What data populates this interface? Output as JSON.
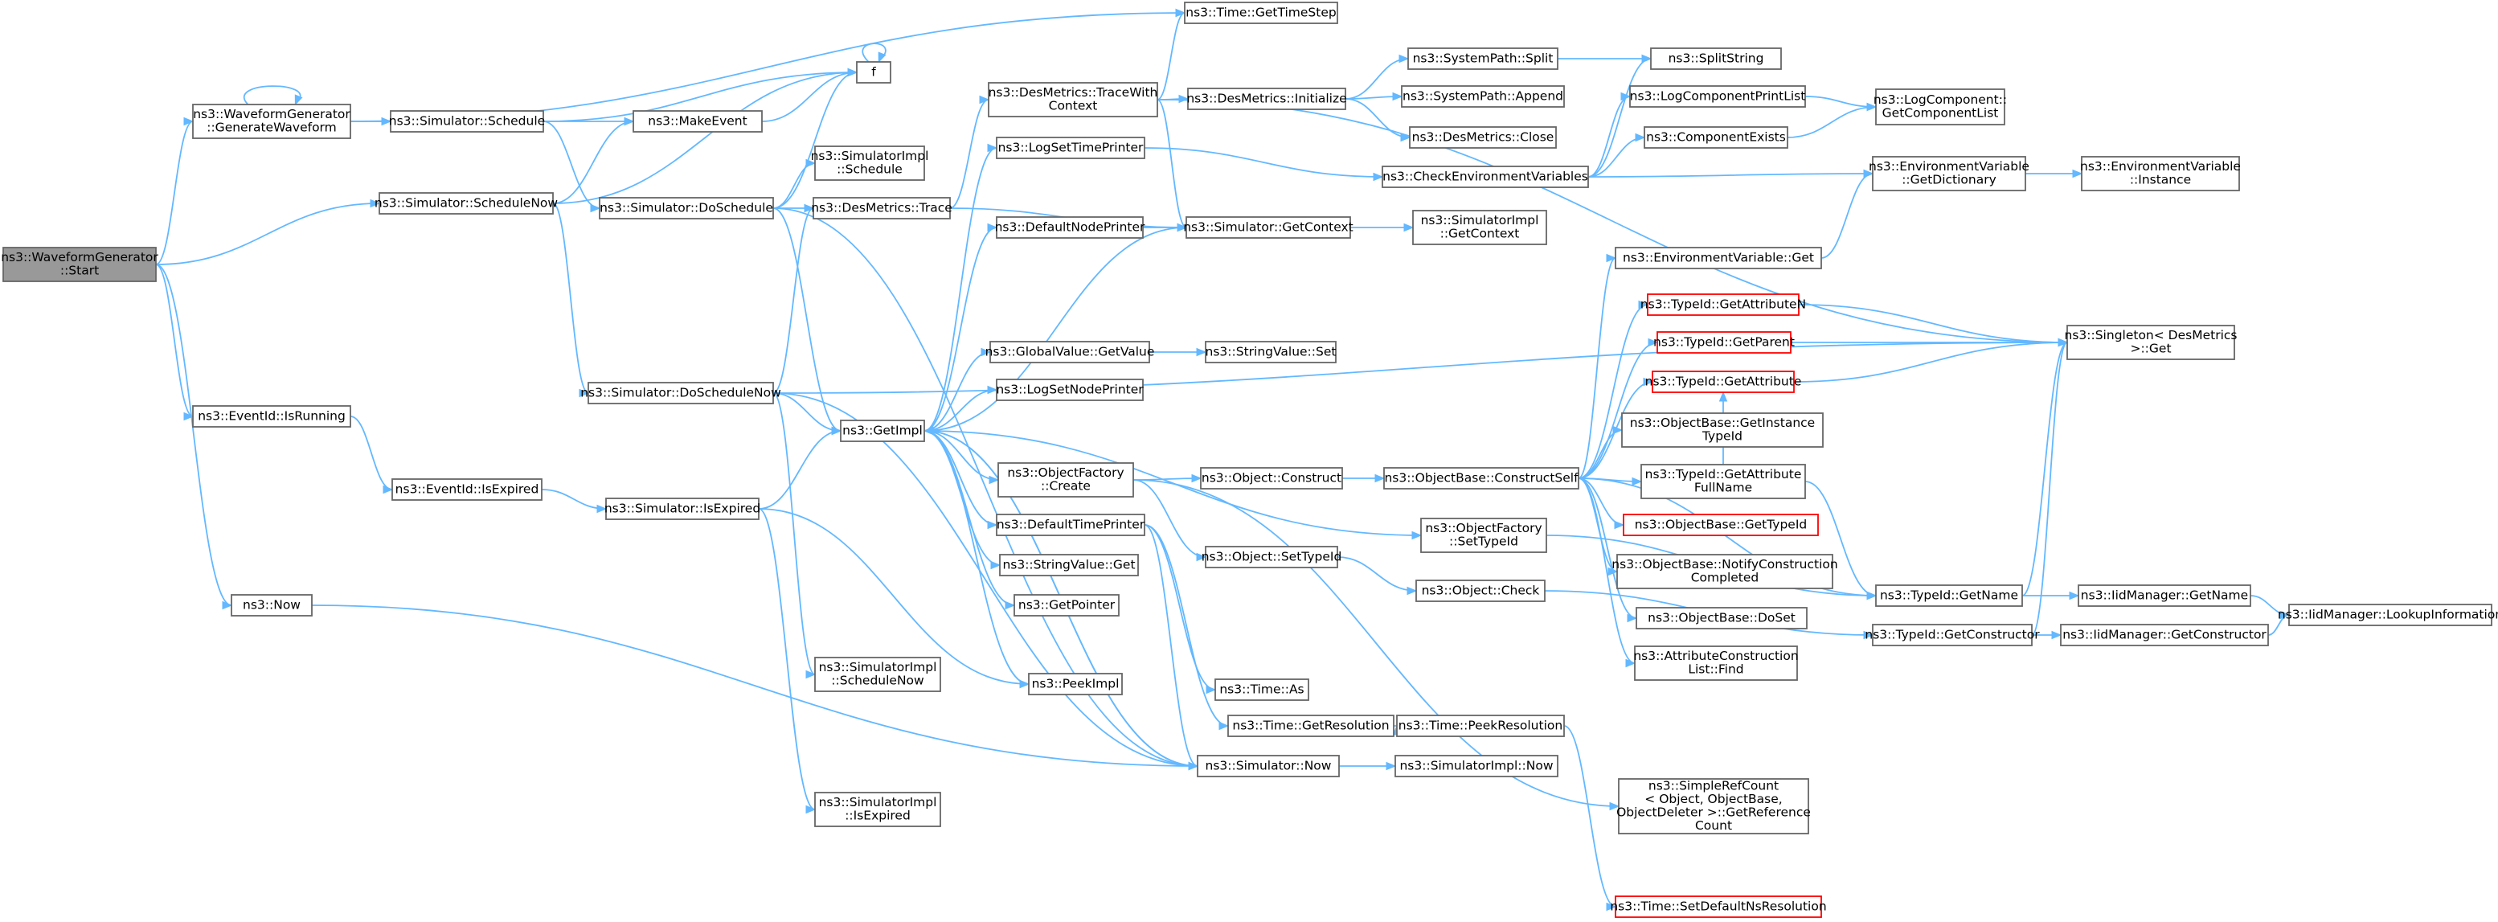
{
  "nodes": [
    {
      "id": "start",
      "lines": [
        "ns3::WaveformGenerator",
        "::Start"
      ],
      "focus": true
    },
    {
      "id": "genwave",
      "lines": [
        "ns3::WaveformGenerator",
        "::GenerateWaveform"
      ]
    },
    {
      "id": "isrunning",
      "lines": [
        "ns3::EventId::IsRunning"
      ]
    },
    {
      "id": "now",
      "lines": [
        "ns3::Now"
      ]
    },
    {
      "id": "schedulenow",
      "lines": [
        "ns3::Simulator::ScheduleNow"
      ]
    },
    {
      "id": "schedule",
      "lines": [
        "ns3::Simulator::Schedule"
      ]
    },
    {
      "id": "isexpired_ev",
      "lines": [
        "ns3::EventId::IsExpired"
      ]
    },
    {
      "id": "makeevent",
      "lines": [
        "ns3::MakeEvent"
      ]
    },
    {
      "id": "f",
      "lines": [
        "f"
      ]
    },
    {
      "id": "doschedule",
      "lines": [
        "ns3::Simulator::DoSchedule"
      ]
    },
    {
      "id": "doschedulenow",
      "lines": [
        "ns3::Simulator::DoScheduleNow"
      ]
    },
    {
      "id": "isexpired_sim",
      "lines": [
        "ns3::Simulator::IsExpired"
      ]
    },
    {
      "id": "gettimestep",
      "lines": [
        "ns3::Time::GetTimeStep"
      ]
    },
    {
      "id": "simimpl_schedule",
      "lines": [
        "ns3::SimulatorImpl",
        "::Schedule"
      ]
    },
    {
      "id": "desmetrics_trace",
      "lines": [
        "ns3::DesMetrics::Trace"
      ]
    },
    {
      "id": "getimpl",
      "lines": [
        "ns3::GetImpl"
      ]
    },
    {
      "id": "simimpl_schedulenow",
      "lines": [
        "ns3::SimulatorImpl",
        "::ScheduleNow"
      ]
    },
    {
      "id": "simimpl_isexpired",
      "lines": [
        "ns3::SimulatorImpl",
        "::IsExpired"
      ]
    },
    {
      "id": "tracewithcontext",
      "lines": [
        "ns3::DesMetrics::TraceWith",
        "Context"
      ]
    },
    {
      "id": "logsettimeprinter",
      "lines": [
        "ns3::LogSetTimePrinter"
      ]
    },
    {
      "id": "defaultnodeprinter",
      "lines": [
        "ns3::DefaultNodePrinter"
      ]
    },
    {
      "id": "globalvalue_getvalue",
      "lines": [
        "ns3::GlobalValue::GetValue"
      ]
    },
    {
      "id": "logsetnodeprinter",
      "lines": [
        "ns3::LogSetNodePrinter"
      ]
    },
    {
      "id": "objectfactory_create",
      "lines": [
        "ns3::ObjectFactory",
        "::Create"
      ]
    },
    {
      "id": "defaulttimeprinter",
      "lines": [
        "ns3::DefaultTimePrinter"
      ]
    },
    {
      "id": "stringvalue_get",
      "lines": [
        "ns3::StringValue::Get"
      ]
    },
    {
      "id": "getpointer",
      "lines": [
        "ns3::GetPointer"
      ]
    },
    {
      "id": "peekimpl",
      "lines": [
        "ns3::PeekImpl"
      ]
    },
    {
      "id": "desmetrics_initialize",
      "lines": [
        "ns3::DesMetrics::Initialize"
      ]
    },
    {
      "id": "simulator_getcontext",
      "lines": [
        "ns3::Simulator::GetContext"
      ]
    },
    {
      "id": "stringvalue_set",
      "lines": [
        "ns3::StringValue::Set"
      ]
    },
    {
      "id": "object_construct",
      "lines": [
        "ns3::Object::Construct"
      ]
    },
    {
      "id": "object_settypeid",
      "lines": [
        "ns3::Object::SetTypeId"
      ]
    },
    {
      "id": "time_as",
      "lines": [
        "ns3::Time::As"
      ]
    },
    {
      "id": "time_getresolution",
      "lines": [
        "ns3::Time::GetResolution"
      ]
    },
    {
      "id": "simulator_now",
      "lines": [
        "ns3::Simulator::Now"
      ]
    },
    {
      "id": "systempath_split",
      "lines": [
        "ns3::SystemPath::Split"
      ]
    },
    {
      "id": "systempath_append",
      "lines": [
        "ns3::SystemPath::Append"
      ]
    },
    {
      "id": "desmetrics_close",
      "lines": [
        "ns3::DesMetrics::Close"
      ]
    },
    {
      "id": "checkenv",
      "lines": [
        "ns3::CheckEnvironmentVariables"
      ]
    },
    {
      "id": "simimpl_getcontext",
      "lines": [
        "ns3::SimulatorImpl",
        "::GetContext"
      ]
    },
    {
      "id": "objectbase_constructself",
      "lines": [
        "ns3::ObjectBase::ConstructSelf"
      ]
    },
    {
      "id": "objectfactory_settypeid",
      "lines": [
        "ns3::ObjectFactory",
        "::SetTypeId"
      ]
    },
    {
      "id": "object_check",
      "lines": [
        "ns3::Object::Check"
      ]
    },
    {
      "id": "time_peekresolution",
      "lines": [
        "ns3::Time::PeekResolution"
      ]
    },
    {
      "id": "simimpl_now",
      "lines": [
        "ns3::SimulatorImpl::Now"
      ]
    },
    {
      "id": "splitstring",
      "lines": [
        "ns3::SplitString"
      ]
    },
    {
      "id": "logcomponentprintlist",
      "lines": [
        "ns3::LogComponentPrintList"
      ]
    },
    {
      "id": "componentexists",
      "lines": [
        "ns3::ComponentExists"
      ]
    },
    {
      "id": "envvar_get",
      "lines": [
        "ns3::EnvironmentVariable::Get"
      ]
    },
    {
      "id": "typeid_getattributen",
      "lines": [
        "ns3::TypeId::GetAttributeN"
      ],
      "red": true
    },
    {
      "id": "typeid_getparent",
      "lines": [
        "ns3::TypeId::GetParent"
      ],
      "red": true
    },
    {
      "id": "typeid_getattribute",
      "lines": [
        "ns3::TypeId::GetAttribute"
      ],
      "red": true
    },
    {
      "id": "objectbase_getinstancetypeid",
      "lines": [
        "ns3::ObjectBase::GetInstance",
        "TypeId"
      ]
    },
    {
      "id": "typeid_getattributefullname",
      "lines": [
        "ns3::TypeId::GetAttribute",
        "FullName"
      ]
    },
    {
      "id": "objectbase_gettypeid",
      "lines": [
        "ns3::ObjectBase::GetTypeId"
      ],
      "red": true
    },
    {
      "id": "objectbase_notifyconstruction",
      "lines": [
        "ns3::ObjectBase::NotifyConstruction",
        "Completed"
      ]
    },
    {
      "id": "objectbase_doset",
      "lines": [
        "ns3::ObjectBase::DoSet"
      ]
    },
    {
      "id": "attributeconstructionlist_find",
      "lines": [
        "ns3::AttributeConstruction",
        "List::Find"
      ]
    },
    {
      "id": "simplerefcount",
      "lines": [
        "ns3::SimpleRefCount",
        "< Object, ObjectBase,",
        "ObjectDeleter >::GetReference",
        "Count"
      ]
    },
    {
      "id": "time_setdefaultnsresolution",
      "lines": [
        "ns3::Time::SetDefaultNsResolution"
      ],
      "red": true
    },
    {
      "id": "logcomponent_getcomponentlist",
      "lines": [
        "ns3::LogComponent::",
        "GetComponentList"
      ]
    },
    {
      "id": "envvar_getdictionary",
      "lines": [
        "ns3::EnvironmentVariable",
        "::GetDictionary"
      ]
    },
    {
      "id": "typeid_getname",
      "lines": [
        "ns3::TypeId::GetName"
      ]
    },
    {
      "id": "typeid_getconstructor",
      "lines": [
        "ns3::TypeId::GetConstructor"
      ]
    },
    {
      "id": "envvar_instance",
      "lines": [
        "ns3::EnvironmentVariable",
        "::Instance"
      ]
    },
    {
      "id": "singleton_get",
      "lines": [
        "ns3::Singleton< DesMetrics",
        " >::Get"
      ]
    },
    {
      "id": "iidmanager_getname",
      "lines": [
        "ns3::IidManager::GetName"
      ]
    },
    {
      "id": "iidmanager_getconstructor",
      "lines": [
        "ns3::IidManager::GetConstructor"
      ]
    },
    {
      "id": "iidmanager_lookupinformation",
      "lines": [
        "ns3::IidManager::LookupInformation"
      ]
    }
  ],
  "edges": [
    [
      "start",
      "genwave"
    ],
    [
      "start",
      "schedulenow"
    ],
    [
      "start",
      "isrunning"
    ],
    [
      "start",
      "now"
    ],
    [
      "genwave",
      "genwave"
    ],
    [
      "genwave",
      "gettimestep"
    ],
    [
      "genwave",
      "schedule"
    ],
    [
      "schedule",
      "makeevent"
    ],
    [
      "schedule",
      "f"
    ],
    [
      "schedule",
      "doschedule"
    ],
    [
      "schedulenow",
      "makeevent"
    ],
    [
      "schedulenow",
      "f"
    ],
    [
      "schedulenow",
      "doschedulenow"
    ],
    [
      "makeevent",
      "f"
    ],
    [
      "f",
      "f"
    ],
    [
      "isrunning",
      "isexpired_ev"
    ],
    [
      "isexpired_ev",
      "isexpired_sim"
    ],
    [
      "now",
      "simulator_now"
    ],
    [
      "doschedule",
      "f"
    ],
    [
      "doschedule",
      "simimpl_schedule"
    ],
    [
      "doschedule",
      "desmetrics_trace"
    ],
    [
      "doschedule",
      "getimpl"
    ],
    [
      "doschedule",
      "simulator_now"
    ],
    [
      "doschedulenow",
      "singleton_get"
    ],
    [
      "doschedulenow",
      "desmetrics_trace"
    ],
    [
      "doschedulenow",
      "getimpl"
    ],
    [
      "doschedulenow",
      "simimpl_schedulenow"
    ],
    [
      "doschedulenow",
      "simulator_now"
    ],
    [
      "isexpired_sim",
      "getimpl"
    ],
    [
      "isexpired_sim",
      "peekimpl"
    ],
    [
      "isexpired_sim",
      "simimpl_isexpired"
    ],
    [
      "desmetrics_trace",
      "tracewithcontext"
    ],
    [
      "desmetrics_trace",
      "simulator_getcontext"
    ],
    [
      "tracewithcontext",
      "gettimestep"
    ],
    [
      "tracewithcontext",
      "desmetrics_initialize"
    ],
    [
      "tracewithcontext",
      "simulator_getcontext"
    ],
    [
      "tracewithcontext",
      "singleton_get"
    ],
    [
      "desmetrics_initialize",
      "systempath_split"
    ],
    [
      "desmetrics_initialize",
      "systempath_append"
    ],
    [
      "desmetrics_initialize",
      "desmetrics_close"
    ],
    [
      "systempath_split",
      "splitstring"
    ],
    [
      "getimpl",
      "logsettimeprinter"
    ],
    [
      "getimpl",
      "defaultnodeprinter"
    ],
    [
      "getimpl",
      "globalvalue_getvalue"
    ],
    [
      "getimpl",
      "logsetnodeprinter"
    ],
    [
      "getimpl",
      "objectfactory_create"
    ],
    [
      "getimpl",
      "defaulttimeprinter"
    ],
    [
      "getimpl",
      "stringvalue_get"
    ],
    [
      "getimpl",
      "getpointer"
    ],
    [
      "getimpl",
      "peekimpl"
    ],
    [
      "getimpl",
      "objectfactory_settypeid"
    ],
    [
      "getimpl",
      "simulator_now"
    ],
    [
      "logsettimeprinter",
      "checkenv"
    ],
    [
      "defaultnodeprinter",
      "simulator_getcontext"
    ],
    [
      "simulator_getcontext",
      "getimpl"
    ],
    [
      "simulator_getcontext",
      "simimpl_getcontext"
    ],
    [
      "globalvalue_getvalue",
      "stringvalue_set"
    ],
    [
      "objectfactory_create",
      "object_construct"
    ],
    [
      "objectfactory_create",
      "object_settypeid"
    ],
    [
      "objectfactory_create",
      "simplerefcount"
    ],
    [
      "object_construct",
      "objectbase_constructself"
    ],
    [
      "object_settypeid",
      "object_check"
    ],
    [
      "defaulttimeprinter",
      "simulator_now"
    ],
    [
      "defaulttimeprinter",
      "time_as"
    ],
    [
      "defaulttimeprinter",
      "time_getresolution"
    ],
    [
      "time_getresolution",
      "time_peekresolution"
    ],
    [
      "time_peekresolution",
      "time_setdefaultnsresolution"
    ],
    [
      "simulator_now",
      "getimpl"
    ],
    [
      "simulator_now",
      "simimpl_now"
    ],
    [
      "objectfactory_settypeid",
      "typeid_getname"
    ],
    [
      "object_check",
      "typeid_getconstructor"
    ],
    [
      "checkenv",
      "logcomponentprintlist"
    ],
    [
      "checkenv",
      "componentexists"
    ],
    [
      "checkenv",
      "envvar_getdictionary"
    ],
    [
      "checkenv",
      "splitstring"
    ],
    [
      "logcomponentprintlist",
      "logcomponent_getcomponentlist"
    ],
    [
      "componentexists",
      "logcomponent_getcomponentlist"
    ],
    [
      "envvar_getdictionary",
      "envvar_instance"
    ],
    [
      "envvar_get",
      "envvar_getdictionary"
    ],
    [
      "objectbase_constructself",
      "envvar_get"
    ],
    [
      "objectbase_constructself",
      "typeid_getattributen"
    ],
    [
      "objectbase_constructself",
      "typeid_getparent"
    ],
    [
      "objectbase_constructself",
      "typeid_getattribute"
    ],
    [
      "objectbase_constructself",
      "objectbase_getinstancetypeid"
    ],
    [
      "objectbase_constructself",
      "typeid_getattributefullname"
    ],
    [
      "objectbase_constructself",
      "objectbase_gettypeid"
    ],
    [
      "objectbase_constructself",
      "objectbase_notifyconstruction"
    ],
    [
      "objectbase_constructself",
      "objectbase_doset"
    ],
    [
      "objectbase_constructself",
      "attributeconstructionlist_find"
    ],
    [
      "objectbase_constructself",
      "typeid_getname"
    ],
    [
      "typeid_getattributen",
      "singleton_get"
    ],
    [
      "typeid_getparent",
      "singleton_get"
    ],
    [
      "typeid_getattribute",
      "singleton_get"
    ],
    [
      "typeid_getattributefullname",
      "typeid_getattribute"
    ],
    [
      "typeid_getattributefullname",
      "typeid_getname"
    ],
    [
      "typeid_getname",
      "singleton_get"
    ],
    [
      "typeid_getname",
      "iidmanager_getname"
    ],
    [
      "typeid_getconstructor",
      "singleton_get"
    ],
    [
      "typeid_getconstructor",
      "iidmanager_getconstructor"
    ],
    [
      "iidmanager_getname",
      "iidmanager_lookupinformation"
    ],
    [
      "iidmanager_getconstructor",
      "iidmanager_lookupinformation"
    ]
  ]
}
